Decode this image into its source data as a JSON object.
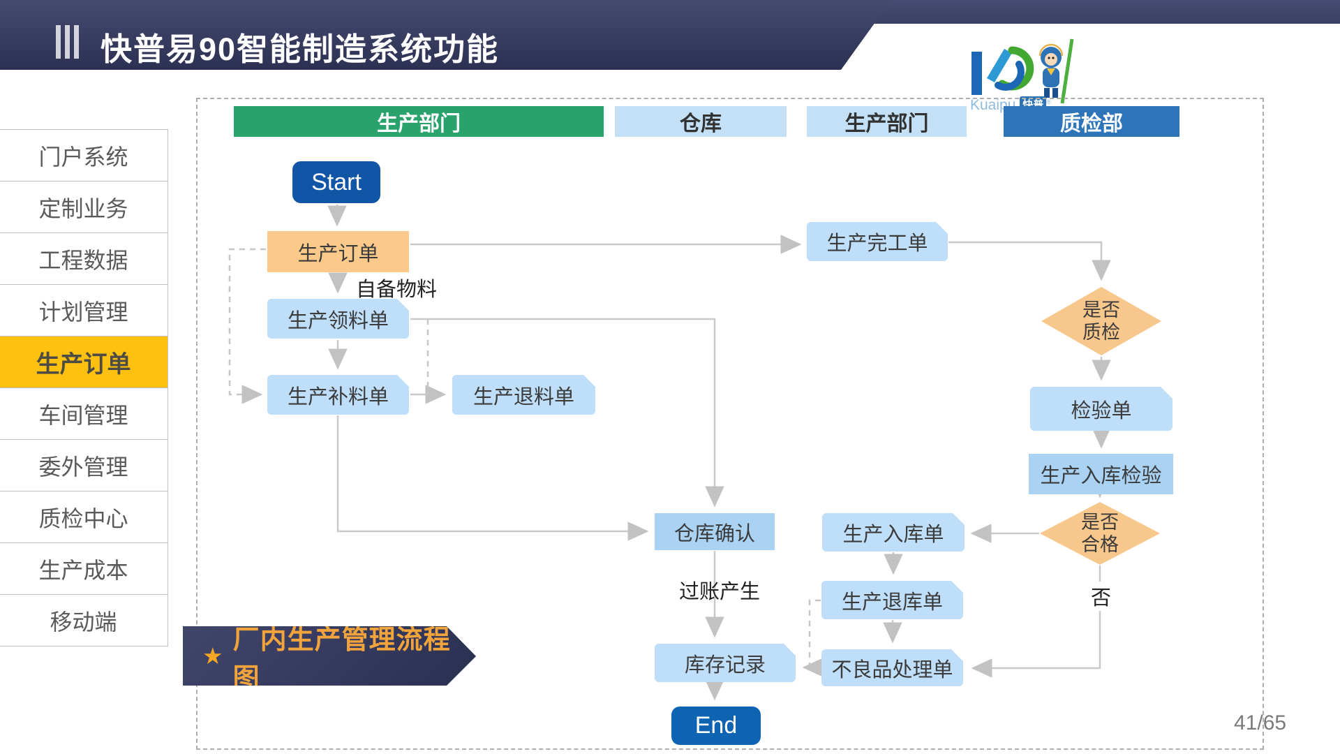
{
  "header": {
    "title": "快普易90智能制造系统功能"
  },
  "logo": {
    "brand_en": "Kuaipu",
    "brand_cn": "快普",
    "reg_mark": "®"
  },
  "sidebar": {
    "items": [
      {
        "label": "门户系统",
        "active": false
      },
      {
        "label": "定制业务",
        "active": false
      },
      {
        "label": "工程数据",
        "active": false
      },
      {
        "label": "计划管理",
        "active": false
      },
      {
        "label": "生产订单",
        "active": true
      },
      {
        "label": "车间管理",
        "active": false
      },
      {
        "label": "委外管理",
        "active": false
      },
      {
        "label": "质检中心",
        "active": false
      },
      {
        "label": "生产成本",
        "active": false
      },
      {
        "label": "移动端",
        "active": false
      }
    ]
  },
  "flowchart": {
    "lanes": [
      {
        "label": "生产部门",
        "style": "green"
      },
      {
        "label": "仓库",
        "style": "light"
      },
      {
        "label": "生产部门",
        "style": "light"
      },
      {
        "label": "质检部",
        "style": "blue"
      }
    ],
    "nodes": {
      "start": "Start",
      "order": "生产订单",
      "pick": "生产领料单",
      "supplement": "生产补料单",
      "return_material": "生产退料单",
      "completion": "生产完工单",
      "qc_decision": "是否\n质检",
      "inspection": "检验单",
      "warehouse_inspection": "生产入库检验",
      "pass_decision": "是否\n合格",
      "inbound": "生产入库单",
      "inbound_return": "生产退库单",
      "defect": "不良品处理单",
      "warehouse_confirm": "仓库确认",
      "inventory": "库存记录",
      "end": "End"
    },
    "edge_labels": {
      "self_material": "自备物料",
      "posting": "过账产生",
      "no": "否"
    }
  },
  "banner": {
    "star": "★",
    "label": "厂内生产管理流程图"
  },
  "footer": {
    "page": "41/65"
  },
  "colors": {
    "header_navy": "#2c3153",
    "lane_green": "#2aa26c",
    "lane_light_blue": "#c3e0f7",
    "lane_blue": "#2d74b8",
    "sidebar_active_yellow": "#fec110",
    "node_card_blue": "#bfdef9",
    "node_plain_blue": "#a9d2f3",
    "node_orange": "#fbca8a",
    "diamond_orange": "#f8c78c",
    "start_blue": "#1155a6",
    "end_blue": "#0e63b2",
    "banner_text_orange": "#f2a43c",
    "connector_gray": "#c9c9c9"
  }
}
